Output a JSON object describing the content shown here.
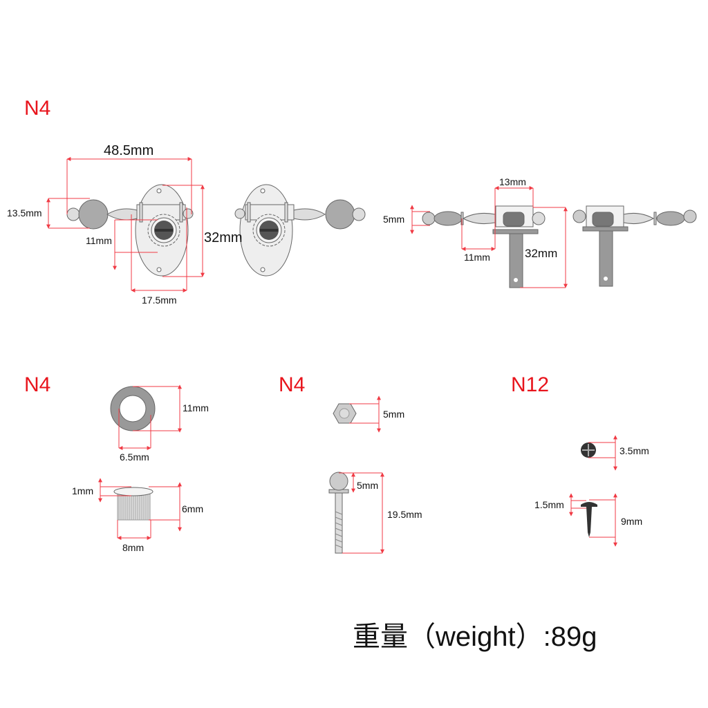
{
  "quantities": {
    "tuner": "N4",
    "washer": "N4",
    "nut": "N4",
    "screw": "N12"
  },
  "tuner_front": {
    "length": "48.5mm",
    "knob_dia": "13.5mm",
    "gear_offset": "11mm",
    "plate_height": "32mm",
    "plate_width": "17.5mm"
  },
  "tuner_side": {
    "spool_width": "13mm",
    "shaft_dia": "5mm",
    "knob_offset": "11mm",
    "post_height": "32mm"
  },
  "washer": {
    "outer_dia": "11mm",
    "inner_dia": "6.5mm"
  },
  "bushing": {
    "flange": "1mm",
    "height": "6mm",
    "width": "8mm"
  },
  "nut": {
    "width": "5mm"
  },
  "bolt": {
    "head": "5mm",
    "length": "19.5mm"
  },
  "screw": {
    "head_dia": "3.5mm",
    "shank_dia": "1.5mm",
    "length": "9mm"
  },
  "weight_label": "重量（weight）:89g",
  "colors": {
    "dimension": "#f03a44",
    "quantity": "#e8141c"
  }
}
